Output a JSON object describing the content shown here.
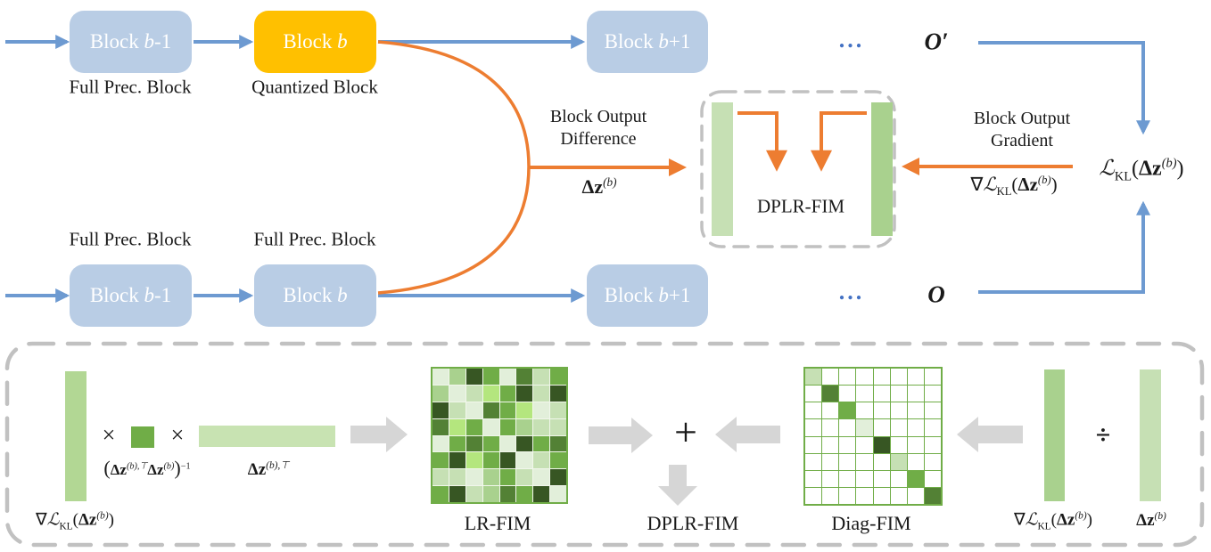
{
  "colors": {
    "block_blue": "#b9cde5",
    "block_orange": "#ffc000",
    "arrow_blue": "#6d9ad1",
    "dots_blue": "#4472c4",
    "arrow_orange": "#ed7d31",
    "arrow_gray": "#d6d6d6",
    "dash_gray": "#c1c1c1",
    "matrix_border_green": "#70ad47",
    "green_palette": [
      "#e2efda",
      "#c6e0b4",
      "#a9d18e",
      "#70ad47",
      "#538135",
      "#375623",
      "#b4e67e"
    ]
  },
  "pipeline": {
    "top_row": {
      "blocks": [
        {
          "pre": "Block ",
          "var": "b",
          "post": "-1",
          "caption": "Full Prec. Block"
        },
        {
          "pre": "Block ",
          "var": "b",
          "post": "",
          "caption": "Quantized Block"
        },
        {
          "pre": "Block ",
          "var": "b",
          "post": "+1",
          "caption": ""
        }
      ],
      "ellipsis": "...",
      "output": "O′"
    },
    "bottom_row": {
      "blocks": [
        {
          "pre": "Block ",
          "var": "b",
          "post": "-1",
          "caption": "Full Prec. Block"
        },
        {
          "pre": "Block ",
          "var": "b",
          "post": "",
          "caption": "Full Prec. Block"
        },
        {
          "pre": "Block ",
          "var": "b",
          "post": "+1",
          "caption": ""
        }
      ],
      "ellipsis": "...",
      "output": "O"
    },
    "diff_label_line1": "Block Output",
    "diff_label_line2": "Difference",
    "grad_label_line1": "Block Output",
    "grad_label_line2": "Gradient",
    "dplr_box_label": "DPLR-FIM"
  },
  "math": {
    "nabla": "∇",
    "loss": "ℒ",
    "kl": "KL",
    "lparen": "(",
    "rparen": ")",
    "dz": "Δz",
    "sup_b": "(b)",
    "sup_bT": "(b),⊤",
    "sup_inv": "−1",
    "times": "×",
    "plus": "+",
    "divide": "÷"
  },
  "fim_panel": {
    "lr_caption": "LR-FIM",
    "dplr_caption": "DPLR-FIM",
    "diag_caption": "Diag-FIM",
    "lr_matrix": [
      [
        0,
        2,
        5,
        3,
        0,
        4,
        1,
        3
      ],
      [
        2,
        0,
        1,
        6,
        3,
        5,
        1,
        5
      ],
      [
        5,
        1,
        0,
        4,
        3,
        6,
        0,
        1
      ],
      [
        4,
        6,
        3,
        0,
        3,
        2,
        1,
        1
      ],
      [
        0,
        3,
        4,
        3,
        0,
        5,
        3,
        4
      ],
      [
        3,
        5,
        6,
        3,
        5,
        0,
        1,
        3
      ],
      [
        1,
        1,
        0,
        2,
        3,
        1,
        0,
        5
      ],
      [
        3,
        5,
        1,
        2,
        4,
        3,
        5,
        0
      ]
    ],
    "diag_matrix": [
      1,
      4,
      3,
      0,
      5,
      1,
      3,
      4
    ]
  }
}
